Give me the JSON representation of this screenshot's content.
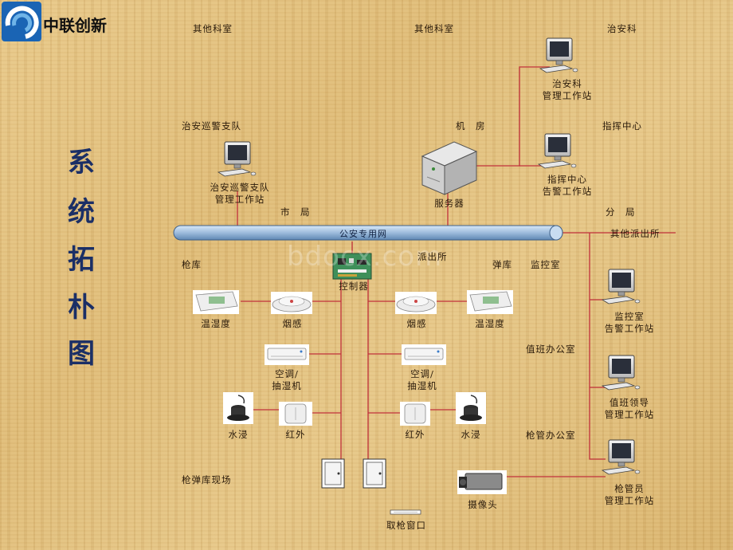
{
  "logo": {
    "text": "中联创新",
    "colors": {
      "blue": "#1a64b4",
      "light": "#6fb4e8"
    }
  },
  "title_chars": [
    "系",
    "统",
    "拓",
    "朴",
    "图"
  ],
  "watermark": "bdocx.com",
  "labels": {
    "other_dept_1": "其他科室",
    "other_dept_2": "其他科室",
    "security_dept": "治安科",
    "patrol": "治安巡警支队",
    "machine_room": "机　房",
    "command_center": "指挥中心",
    "city_bureau": "市　局",
    "branch_bureau": "分　局",
    "other_station": "其他派出所",
    "gun_store": "枪库",
    "police_station": "派出所",
    "ammo_store": "弹库",
    "monitor_room_area": "监控室",
    "duty_office_area": "值班办公室",
    "gun_mgmt_office_area": "枪管办公室",
    "armory_site": "枪弹库现场"
  },
  "network_label": "公安专用网",
  "devices": {
    "security_ws": "治安科\n管理工作站",
    "command_ws": "指挥中心\n告警工作站",
    "patrol_ws": "治安巡警支队\n管理工作站",
    "server": "服务器",
    "controller": "控制器",
    "th_left": "温湿度",
    "smoke_left": "烟感",
    "smoke_right": "烟感",
    "th_right": "温湿度",
    "ac_left": "空调/\n抽湿机",
    "ac_right": "空调/\n抽湿机",
    "water_left": "水浸",
    "ir_left": "红外",
    "ir_right": "红外",
    "water_right": "水浸",
    "monitor_ws": "监控室\n告警工作站",
    "duty_ws": "值班领导\n管理工作站",
    "gun_ws": "枪管员\n管理工作站",
    "camera": "摄像头",
    "gun_window": "取枪窗口"
  },
  "colors": {
    "line": "#c0303a",
    "pipe": "#9dbcdc",
    "title": "#1b2f66"
  }
}
